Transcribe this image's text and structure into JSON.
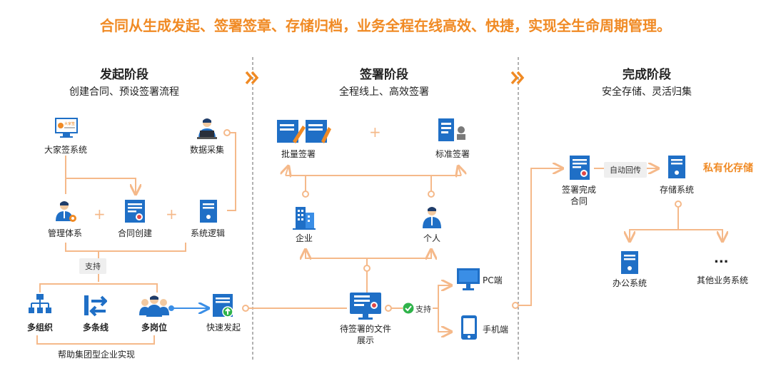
{
  "headline": "合同从生成发起、签署签章、存储归档，业务全程在线高效、快捷，实现全生命周期管理。",
  "stages": [
    {
      "title": "发起阶段",
      "subtitle": "创建合同、预设签署流程"
    },
    {
      "title": "签署阶段",
      "subtitle": "全程线上、高效签署"
    },
    {
      "title": "完成阶段",
      "subtitle": "安全存储、灵活归集"
    }
  ],
  "stage1": {
    "dajiaqian_system": "大家签系统",
    "data_collection": "数据采集",
    "management_system": "管理体系",
    "contract_create": "合同创建",
    "system_logic": "系统逻辑",
    "support": "支持",
    "multi_org": "多组织",
    "multi_line": "多条线",
    "multi_post": "多岗位",
    "quick_initiate": "快速发起",
    "group_help": "帮助集团型企业实现",
    "logo_text": "大家签"
  },
  "stage2": {
    "batch_sign": "批量签署",
    "standard_sign": "标准签署",
    "enterprise": "企业",
    "individual": "个人",
    "pending_doc": [
      "待签署的文件",
      "展示"
    ],
    "support": "支持",
    "pc": "PC端",
    "mobile": "手机端"
  },
  "stage3": {
    "signed_contract": [
      "签署完成",
      "合同"
    ],
    "auto_return": "自动回传",
    "storage_system": "存储系统",
    "private_storage": "私有化存储",
    "office_system": "办公系统",
    "ellipsis": "...",
    "other_systems": "其他业务系统"
  },
  "colors": {
    "orange": "#f08a24",
    "blue": "#1f6fc6",
    "line": "#f5b98a",
    "green": "#2fb34a"
  }
}
